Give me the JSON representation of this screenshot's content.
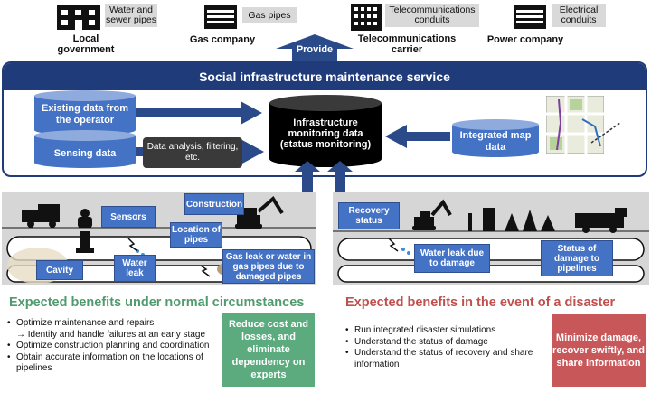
{
  "organizations": [
    {
      "id": "local",
      "tag": "Water and sewer pipes",
      "name": "Local government"
    },
    {
      "id": "gas",
      "tag": "Gas pipes",
      "name": "Gas company"
    },
    {
      "id": "telecom",
      "tag": "Telecommunications conduits",
      "name": "Telecommunications carrier"
    },
    {
      "id": "power",
      "tag": "Electrical conduits",
      "name": "Power company"
    }
  ],
  "provide_label": "Provide",
  "service_title": "Social infrastructure maintenance service",
  "operator_data": "Existing data from the operator",
  "sensing_data": "Sensing data",
  "analysis_label": "Data analysis, filtering, etc.",
  "monitoring_data": "Infrastructure monitoring data (status monitoring)",
  "map_data": "Integrated map data",
  "normal_scene": {
    "sensors": "Sensors",
    "construction": "Construction",
    "location": "Location of pipes",
    "gas_leak": "Gas leak or water in gas pipes due to damaged pipes",
    "cavity": "Cavity",
    "water_leak": "Water leak"
  },
  "disaster_scene": {
    "recovery": "Recovery status",
    "leak_damage": "Water leak due to damage",
    "pipeline_status": "Status of damage to pipelines"
  },
  "normal_heading": "Expected benefits under normal circumstances",
  "normal_bullets": [
    "Optimize maintenance and repairs",
    "→ Identify and handle failures at an early stage",
    "Optimize construction planning and coordination",
    "Obtain accurate information on the locations of pipelines"
  ],
  "normal_box": "Reduce cost and losses, and eliminate dependency on experts",
  "disaster_heading": "Expected benefits in the event of a disaster",
  "disaster_bullets": [
    "Run integrated disaster simulations",
    "Understand the status of damage",
    "Understand the status of recovery and share information"
  ],
  "disaster_box": "Minimize damage, recover swiftly, and share information",
  "colors": {
    "navy": "#1f3b7a",
    "blue": "#4472c4",
    "green": "#5bab7e",
    "red": "#c8575a",
    "green_text": "#4f9b6e",
    "red_text": "#c0504d"
  }
}
